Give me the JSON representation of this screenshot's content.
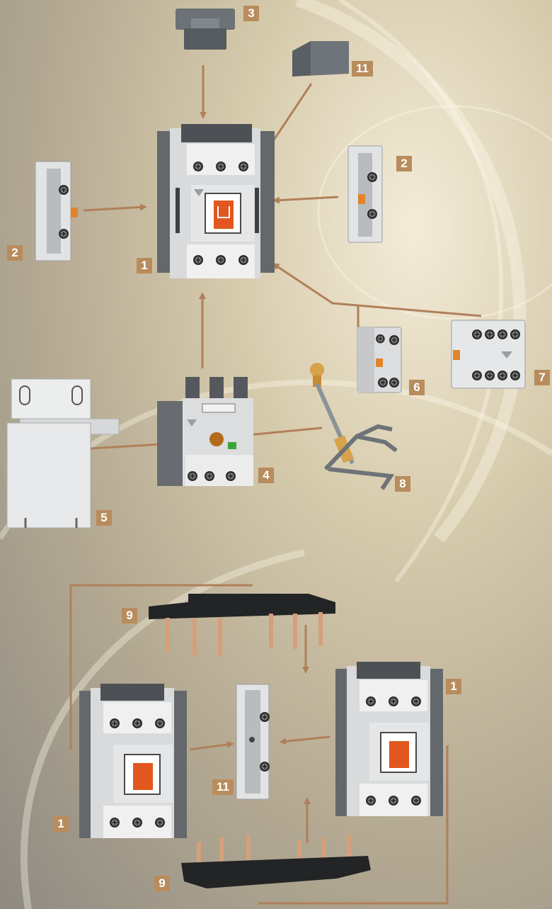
{
  "labels": {
    "contactor": "1",
    "auxiliary_side": "2",
    "cover": "3",
    "overload_relay": "4",
    "mounting_plate": "5",
    "aux_front_2pole": "6",
    "aux_front_4pole": "7",
    "remote_reset": "8",
    "busbar": "9",
    "interlock": "11"
  },
  "colors": {
    "arrow": "#b0805a",
    "label_bg": "#b88c5c",
    "housing": "#707478",
    "face": "#e8e9ea",
    "actuator": "#e2571f"
  }
}
